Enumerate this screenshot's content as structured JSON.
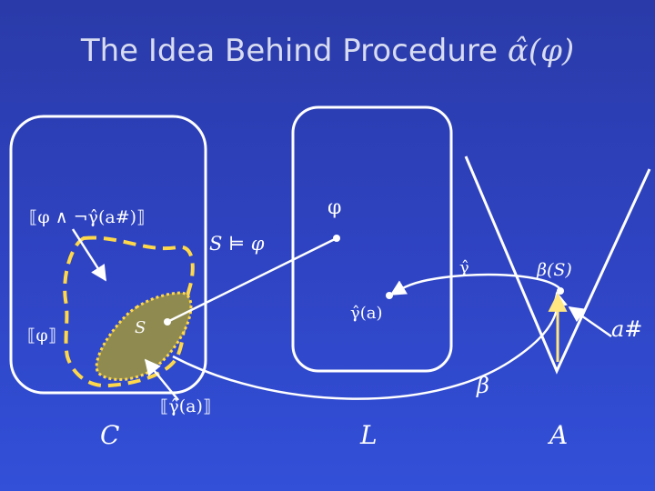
{
  "slide": {
    "title": "The Idea Behind Procedure",
    "title_symbol": "α̂(φ)"
  },
  "labels": {
    "neg_region": "⟦φ ∧ ¬γ̂(a#)⟧",
    "phi_region": "⟦φ⟧",
    "s_models_phi": "S ⊨ φ",
    "phi": "φ",
    "s": "S",
    "gamma_hat": "γ̂",
    "gamma_hat_a": "γ̂(a)",
    "gamma_hat_a_region": "⟦γ̂(a)⟧",
    "beta_s": "β(S)",
    "a_sharp": "a#",
    "beta": "β",
    "concrete": "C",
    "logic": "L",
    "abstract": "A"
  },
  "colors": {
    "background": "#2f44c4",
    "s_fill": "#8f8a4f",
    "dashed_outline": "#ffd84a",
    "arrow_yellow": "#ffe680",
    "line": "#ffffff"
  }
}
